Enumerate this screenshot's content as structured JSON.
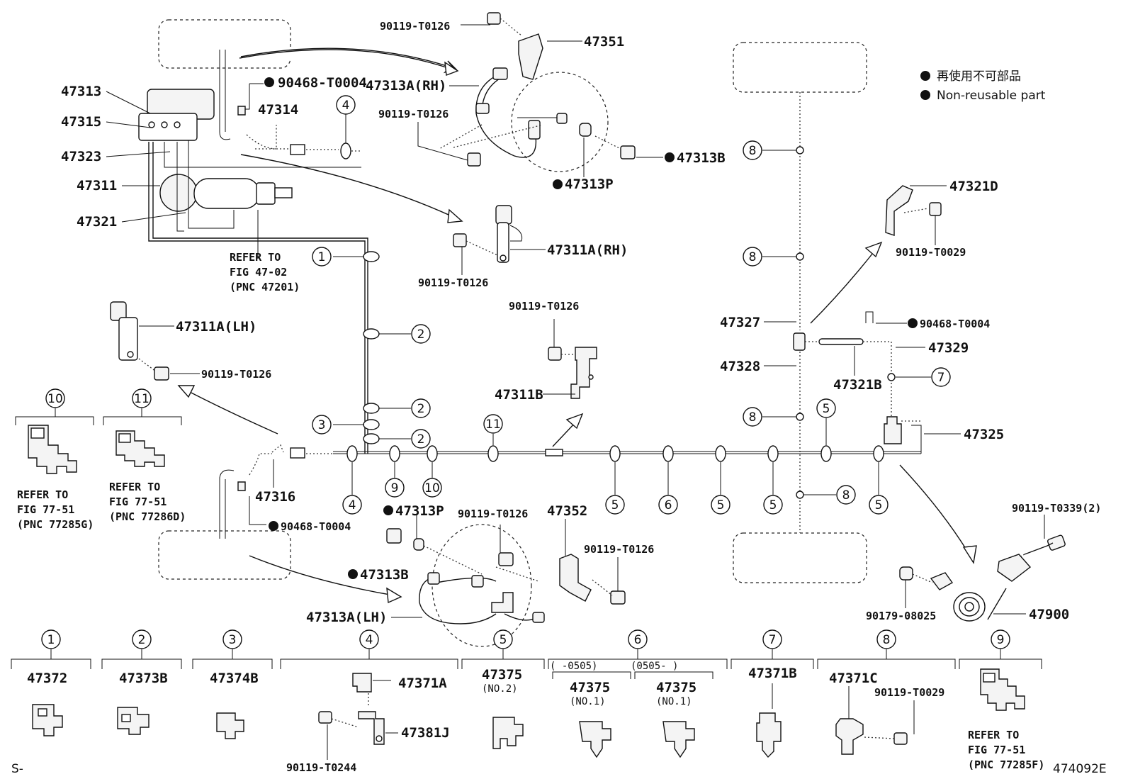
{
  "legend": {
    "line_jp": "再使用不可部品",
    "line_en": "Non-reusable part"
  },
  "parts": {
    "p47313": "47313",
    "p47315": "47315",
    "p47323": "47323",
    "p47311": "47311",
    "p47321": "47321",
    "p90468_T0004_top": "90468-T0004",
    "p47314": "47314",
    "p90119_T0126_a": "90119-T0126",
    "p47351": "47351",
    "p47313A_RH": "47313A(RH)",
    "p90119_T0126_b": "90119-T0126",
    "p47313B_top": "47313B",
    "p47313P_top": "47313P",
    "p47311A_RH": "47311A(RH)",
    "p90119_T0126_c": "90119-T0126",
    "p47311A_LH": "47311A(LH)",
    "p90119_T0126_d": "90119-T0126",
    "p90119_T0126_e": "90119-T0126",
    "p47311B": "47311B",
    "p47316": "47316",
    "p90468_T0004_bot": "90468-T0004",
    "p47313P_bot": "47313P",
    "p47313B_bot": "47313B",
    "p90119_T0126_f": "90119-T0126",
    "p47352": "47352",
    "p90119_T0126_g": "90119-T0126",
    "p47313A_LH": "47313A(LH)",
    "p47321D": "47321D",
    "p90119_T0029_a": "90119-T0029",
    "p47327": "47327",
    "p90468_T0004_right": "90468-T0004",
    "p47329": "47329",
    "p47328": "47328",
    "p47321B": "47321B",
    "p47325": "47325",
    "p90119_T0339": "90119-T0339(2)",
    "p90179_08025": "90179-08025",
    "p47900": "47900"
  },
  "refer": {
    "main": [
      "REFER TO",
      "FIG 47-02",
      "(PNC 47201)"
    ],
    "c10": [
      "REFER TO",
      "FIG 77-51",
      "(PNC 77285G)"
    ],
    "c11": [
      "REFER TO",
      "FIG 77-51",
      "(PNC 77286D)"
    ],
    "c9": [
      "REFER TO",
      "FIG 77-51",
      "(PNC 77285F)"
    ]
  },
  "callouts": {
    "n1": "1",
    "n2": "2",
    "n3": "3",
    "n4": "4",
    "n5": "5",
    "n6": "6",
    "n7": "7",
    "n8": "8",
    "n9": "9",
    "n10": "10",
    "n11": "11"
  },
  "bottom_row": {
    "b1": "47372",
    "b2": "47373B",
    "b3": "47374B",
    "b4a": "47371A",
    "b4b": "47381J",
    "b4c": "90119-T0244",
    "b5": "47375",
    "b5s": "(NO.2)",
    "b6range_a": "(    -0505)",
    "b6range_b": "(0505-     )",
    "b6a": "47375",
    "b6as": "(NO.1)",
    "b6b": "47375",
    "b6bs": "(NO.1)",
    "b7": "47371B",
    "b8a": "47371C",
    "b8b": "90119-T0029"
  },
  "footer": {
    "left": "S-",
    "figure_code": "474092E"
  },
  "icons": [
    "filled-dot-marker",
    "number-callout-circle",
    "bolt",
    "bracket",
    "clamp",
    "brake-hose",
    "brake-tube",
    "junction-block",
    "arrow"
  ]
}
